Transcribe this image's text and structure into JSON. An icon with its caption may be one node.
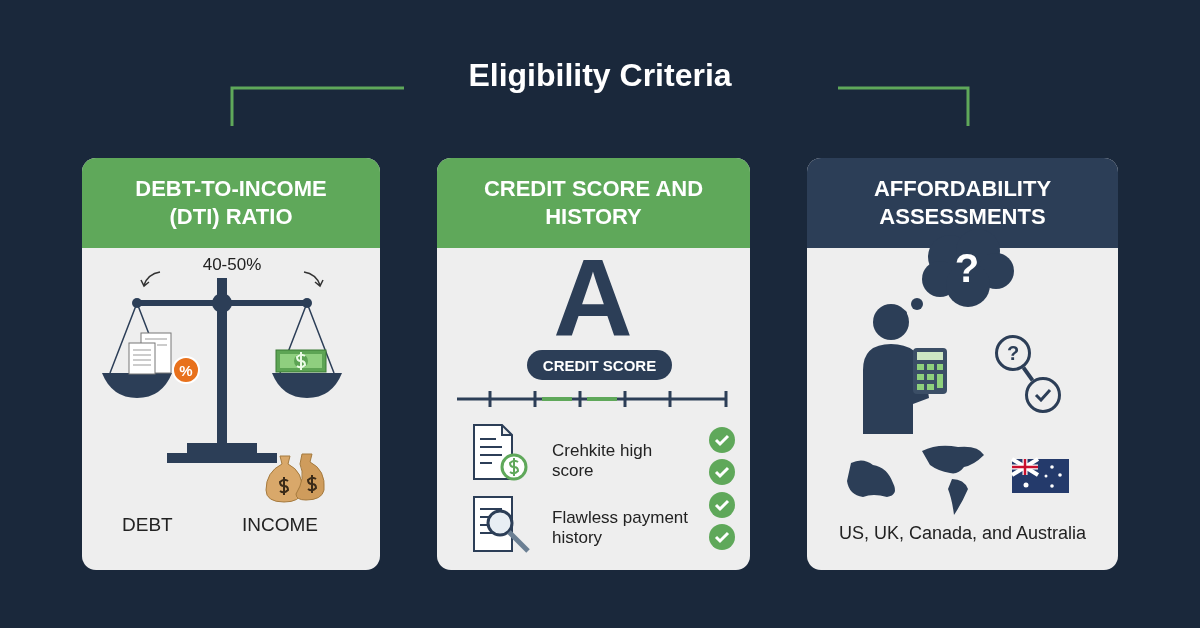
{
  "diagram": {
    "title": "Eligibility Criteria",
    "nodes": [
      {
        "text": [
          "DEBT-TO-INCOME (DTI) RATIO"
        ]
      },
      {
        "text": [
          "%"
        ],
        "in": 0
      },
      {
        "text": [
          "CREDIT SCORE AND HISTORY"
        ]
      },
      {
        "text": [
          "CREDIT SCORE"
        ],
        "in": 2
      },
      {
        "text": [
          "AFFORDABILITY ASSESSMENTS"
        ]
      },
      {
        "text": [
          "?"
        ],
        "in": 4
      },
      {
        "text": [
          "?"
        ],
        "in": 4
      },
      {
        "text": [],
        "shape": "circle",
        "in": 4
      }
    ],
    "edges": [
      {
        "from": 6,
        "to": 7,
        "arrow": "none"
      }
    ],
    "labels": [
      "40-50%",
      "DEBT",
      "INCOME",
      "A",
      "Crehkite high score",
      "Flawless payment history",
      "US, UK, Canada, and Australia"
    ]
  }
}
